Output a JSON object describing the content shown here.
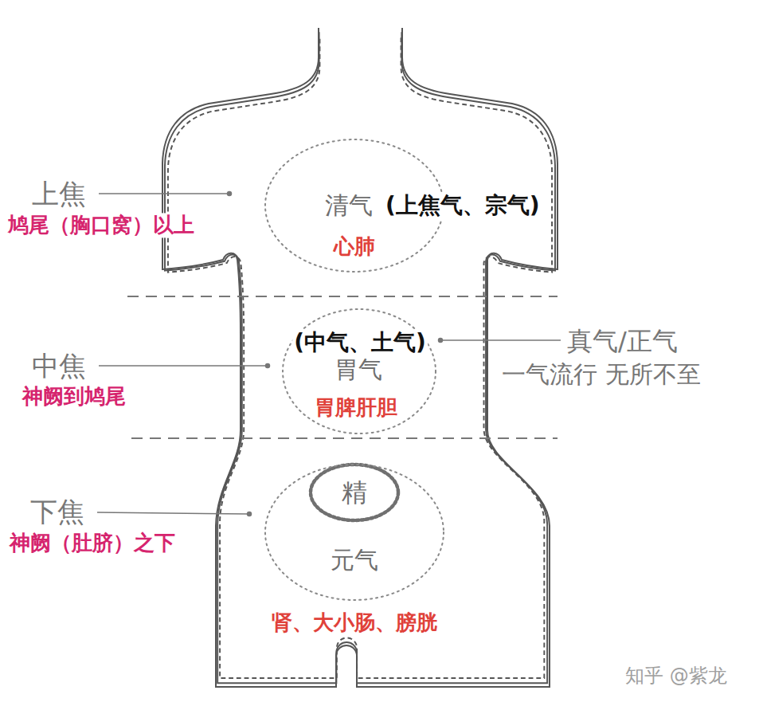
{
  "diagram": {
    "nodes": [
      {
        "text": [
          "清气",
          "(上焦气、宗气)",
          "心肺"
        ]
      },
      {
        "text": [
          "(中气、土气)",
          "胃气",
          "胃脾肝胆"
        ]
      },
      {
        "text": [
          "元气",
          "肾、大小肠、膀胱"
        ]
      },
      {
        "text": [
          "精"
        ],
        "in": 2
      }
    ],
    "labels": [
      "上焦",
      "鸠尾（胸口窝）以上",
      "中焦",
      "神阙到鸠尾",
      "下焦",
      "神阙（肚脐）之下",
      "真气/正气",
      "一气流行 无所不至",
      "知乎 @紫龙"
    ]
  }
}
